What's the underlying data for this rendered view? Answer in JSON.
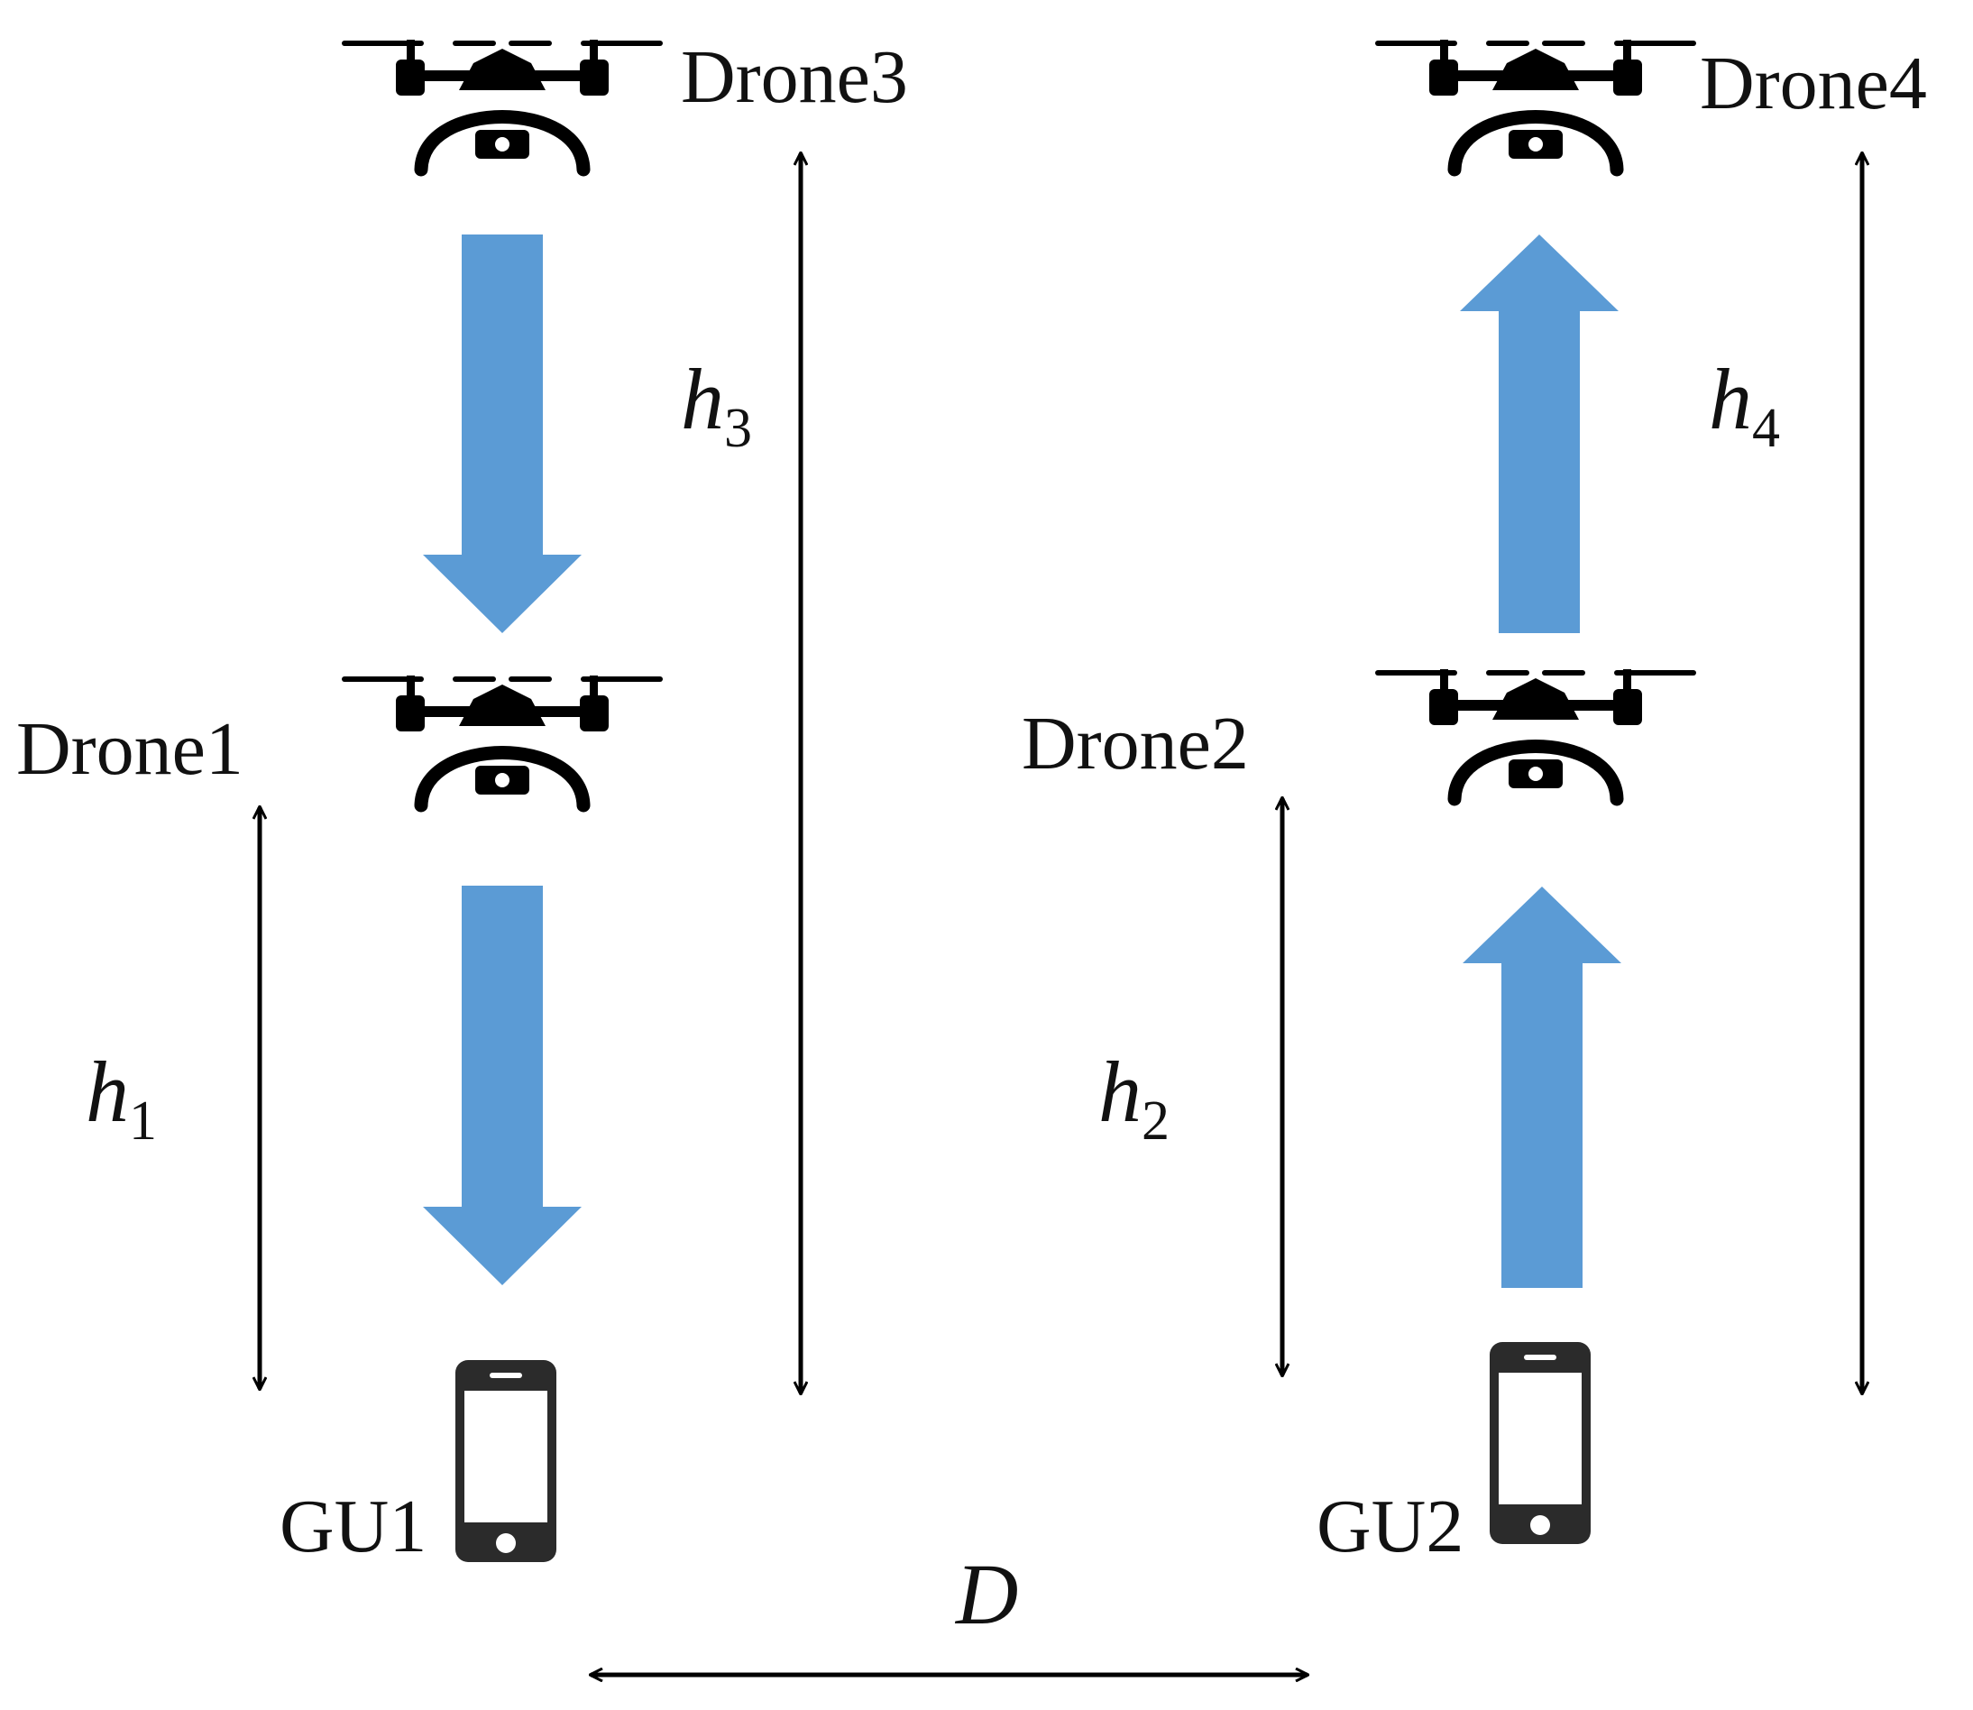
{
  "diagram": {
    "colors": {
      "flow_arrow": "#5b9bd5",
      "ink": "#000000",
      "text": "#111111"
    },
    "drones": [
      {
        "id": "drone1",
        "label": "Drone1"
      },
      {
        "id": "drone2",
        "label": "Drone2"
      },
      {
        "id": "drone3",
        "label": "Drone3"
      },
      {
        "id": "drone4",
        "label": "Drone4"
      }
    ],
    "ground_users": [
      {
        "id": "gu1",
        "label": "GU1"
      },
      {
        "id": "gu2",
        "label": "GU2"
      }
    ],
    "heights": [
      {
        "id": "h1",
        "symbol": "h",
        "subscript": "1"
      },
      {
        "id": "h2",
        "symbol": "h",
        "subscript": "2"
      },
      {
        "id": "h3",
        "symbol": "h",
        "subscript": "3"
      },
      {
        "id": "h4",
        "symbol": "h",
        "subscript": "4"
      }
    ],
    "distance": {
      "symbol": "D"
    },
    "flows": [
      {
        "from": "drone3",
        "to": "drone1",
        "direction": "down"
      },
      {
        "from": "drone1",
        "to": "gu1",
        "direction": "down"
      },
      {
        "from": "gu2",
        "to": "drone2",
        "direction": "up"
      },
      {
        "from": "drone2",
        "to": "drone4",
        "direction": "up"
      }
    ],
    "icons": {
      "drone": "drone-icon",
      "phone": "smartphone-icon"
    }
  }
}
